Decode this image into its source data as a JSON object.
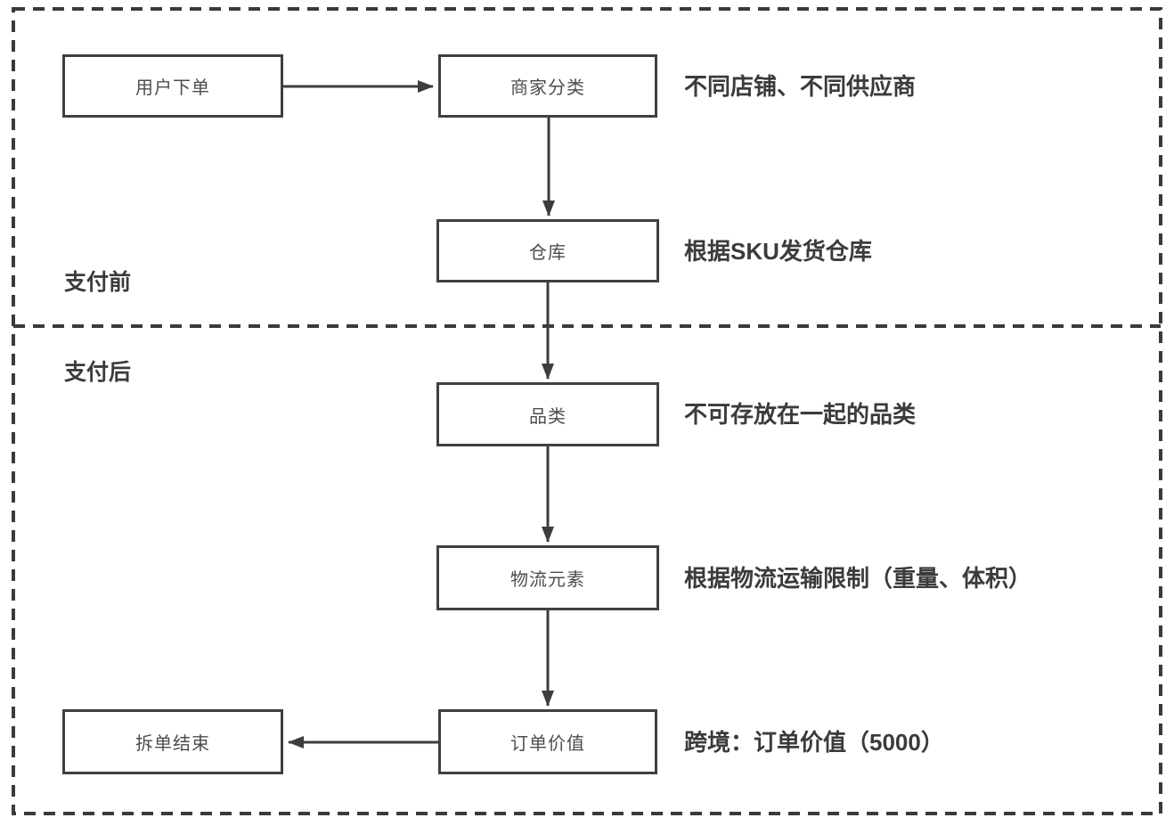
{
  "diagram_title": "order-split-flowchart",
  "sections": {
    "before_payment": {
      "label": "支付前"
    },
    "after_payment": {
      "label": "支付后"
    }
  },
  "nodes": {
    "user_order": {
      "label": "用户下单"
    },
    "merchant_category": {
      "label": "商家分类"
    },
    "warehouse": {
      "label": "仓库"
    },
    "category": {
      "label": "品类"
    },
    "logistics_elements": {
      "label": "物流元素"
    },
    "order_value": {
      "label": "订单价值"
    },
    "split_end": {
      "label": "拆单结束"
    }
  },
  "annotations": {
    "merchant_category": "不同店铺、不同供应商",
    "warehouse": "根据SKU发货仓库",
    "category": "不可存放在一起的品类",
    "logistics_elements": "根据物流运输限制（重量、体积）",
    "order_value": "跨境：订单价值（5000）"
  },
  "colors": {
    "line": "#3d3d3d",
    "box_border": "#404040",
    "box_text": "#4d4d4d",
    "bold_text": "#3b3b3b",
    "background": "#ffffff"
  }
}
